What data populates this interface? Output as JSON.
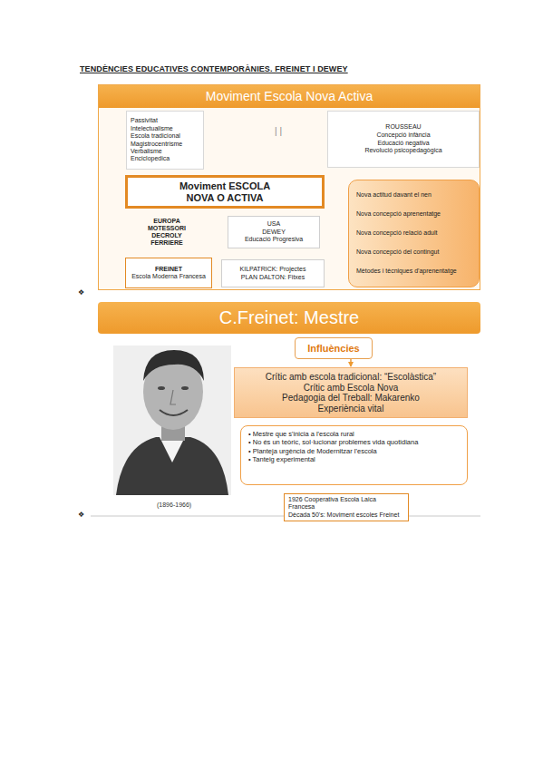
{
  "diagram": {
    "title": "TENDÈNCIES EDUCATIVES CONTEMPORÀNIES. FREINET I DEWEY",
    "nodes": [
      {
        "text": [
          "Moviment Escola Nova Activa"
        ]
      },
      {
        "text": [
          "Passivitat",
          "Intelectualisme",
          "Escola tradicional",
          "Magistrocentrisme",
          "Verbalisme",
          "Enciclopedica"
        ],
        "in": 0
      },
      {
        "text": [
          "ROUSSEAU",
          "Concepció infància",
          "Educació negativa",
          "Revolució psicopedagògica"
        ],
        "in": 0
      },
      {
        "text": [
          "Moviment ESCOLA NOVA O ACTIVA"
        ],
        "in": 0
      },
      {
        "text": [
          "EUROPA",
          "MOTESSORI",
          "DECROLY",
          "FERRIERE"
        ],
        "in": 0
      },
      {
        "text": [
          "FREINET",
          "Escola Moderna Francesa"
        ],
        "in": 0
      },
      {
        "text": [
          "USA",
          "DEWEY",
          "Educació Progresiva"
        ],
        "in": 0
      },
      {
        "text": [
          "KILPATRICK: Projectes",
          "PLAN DALTON: Fitxes"
        ],
        "in": 0
      },
      {
        "text": [
          "Nova actitud davant el nen",
          "Nova concepció aprenentatge",
          "Nova concepció relació adult",
          "Nova concepció del contingut",
          "Mètodes i tècniques d'aprenentatge"
        ],
        "in": 0
      },
      {
        "text": [
          "C.Freinet: Mestre"
        ]
      },
      {
        "text": [
          "Influències"
        ]
      },
      {
        "text": [
          "Crític amb escola tradicional: “Escolàstica”",
          "Crític amb Escola Nova",
          "Pedagogia del Treball: Makarenko",
          "Experiència vital"
        ]
      },
      {
        "text": [
          "• Mestre que s'inicia a l'escola rural",
          "• No és un teòric, sol·lucionar problemes vida quotidiana",
          "• Planteja urgència de Modernitzar l'escola",
          "• Tanteig experimental"
        ]
      },
      {
        "text": [
          "1926 Cooperativa Escola Laica Francesa",
          "Dècada 50's: Moviment escoles Freinet"
        ]
      }
    ],
    "edges": [
      {
        "from": 3,
        "to": 1,
        "arrow": "to"
      },
      {
        "from": 3,
        "to": 2,
        "arrow": "to"
      },
      {
        "from": 3,
        "to": 4,
        "arrow": "to"
      },
      {
        "from": 3,
        "to": 6,
        "arrow": "to"
      },
      {
        "from": 4,
        "to": 5,
        "arrow": "to"
      },
      {
        "from": 6,
        "to": 7,
        "arrow": "to"
      },
      {
        "from": 3,
        "to": 8,
        "arrow": "to"
      },
      {
        "from": 10,
        "to": 11,
        "arrow": "to"
      }
    ],
    "labels": [
      "| |",
      "❖",
      "(1896-1966)",
      "❖"
    ]
  }
}
